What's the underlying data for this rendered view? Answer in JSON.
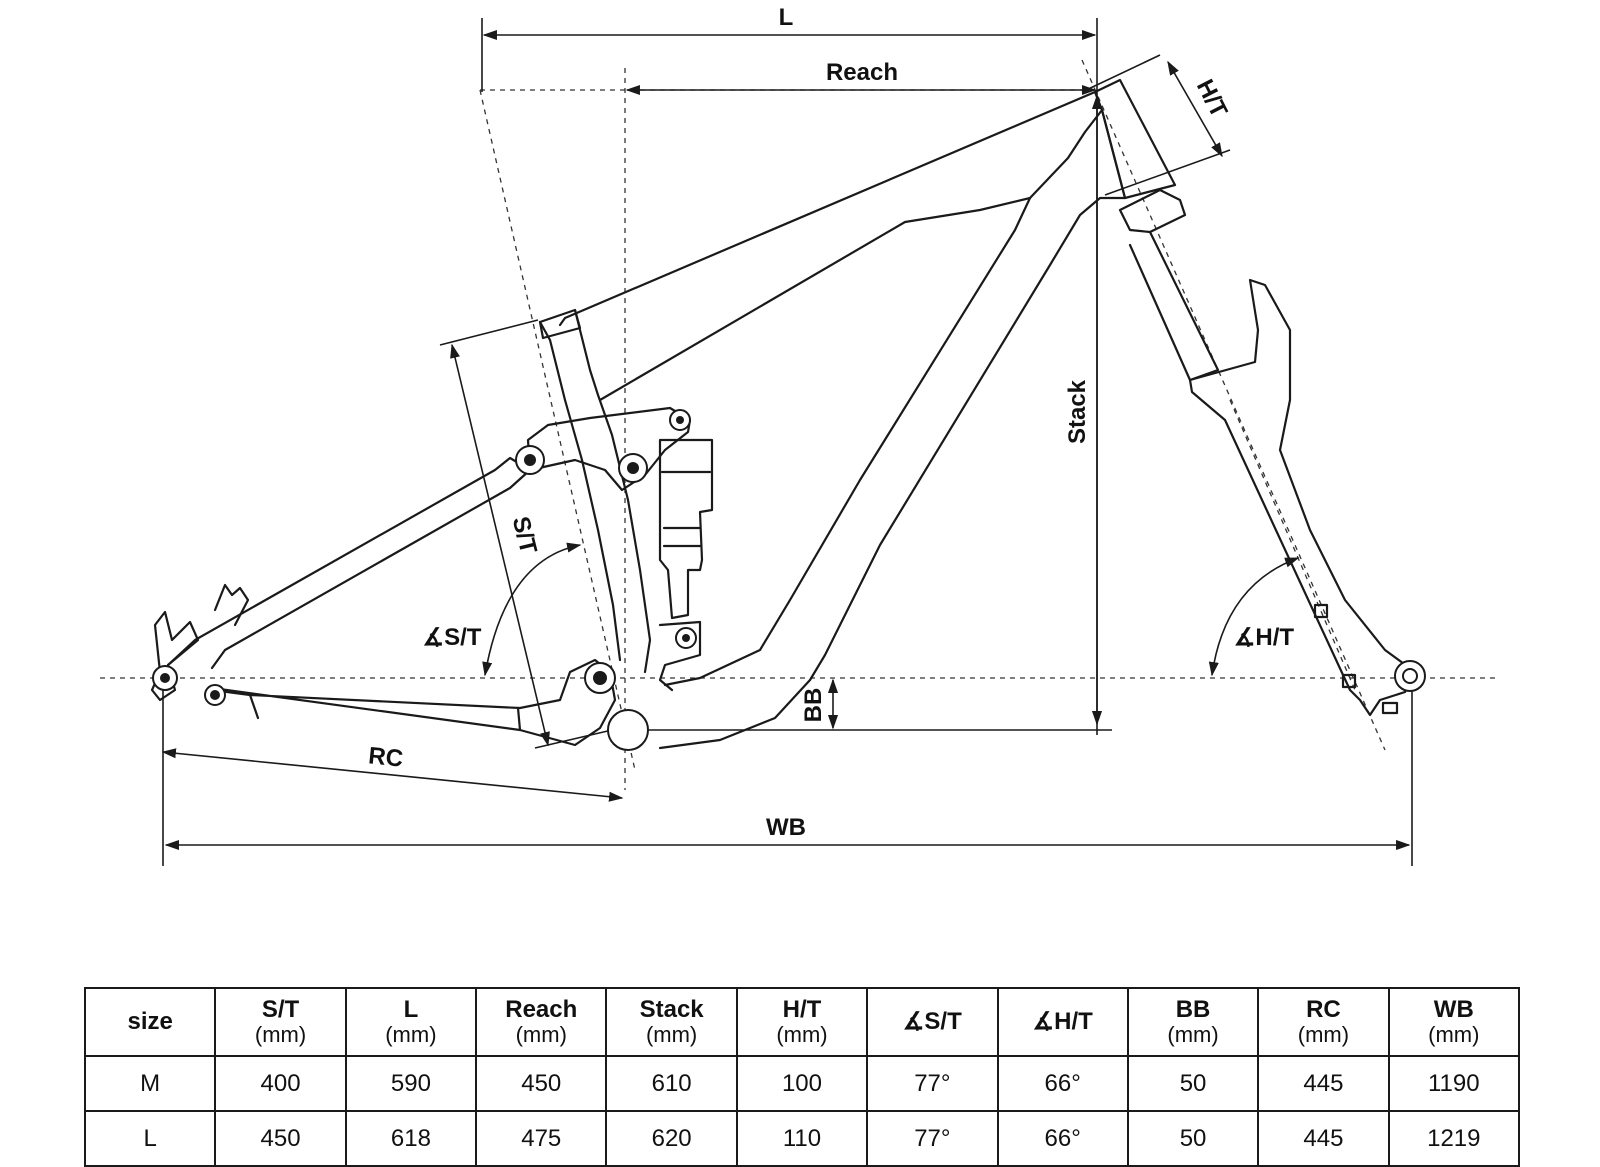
{
  "diagram": {
    "labels": {
      "L": "L",
      "reach": "Reach",
      "ht": "H/T",
      "stack": "Stack",
      "st": "S/T",
      "st_angle": "∡S/T",
      "ht_angle": "∡H/T",
      "bb": "BB",
      "rc": "RC",
      "wb": "WB"
    }
  },
  "table": {
    "headers": [
      {
        "label": "size",
        "unit": ""
      },
      {
        "label": "S/T",
        "unit": "(mm)"
      },
      {
        "label": "L",
        "unit": "(mm)"
      },
      {
        "label": "Reach",
        "unit": "(mm)"
      },
      {
        "label": "Stack",
        "unit": "(mm)"
      },
      {
        "label": "H/T",
        "unit": "(mm)"
      },
      {
        "label": "∡S/T",
        "unit": ""
      },
      {
        "label": "∡H/T",
        "unit": ""
      },
      {
        "label": "BB",
        "unit": "(mm)"
      },
      {
        "label": "RC",
        "unit": "(mm)"
      },
      {
        "label": "WB",
        "unit": "(mm)"
      }
    ],
    "rows": [
      [
        "M",
        "400",
        "590",
        "450",
        "610",
        "100",
        "77°",
        "66°",
        "50",
        "445",
        "1190"
      ],
      [
        "L",
        "450",
        "618",
        "475",
        "620",
        "110",
        "77°",
        "66°",
        "50",
        "445",
        "1219"
      ]
    ]
  }
}
